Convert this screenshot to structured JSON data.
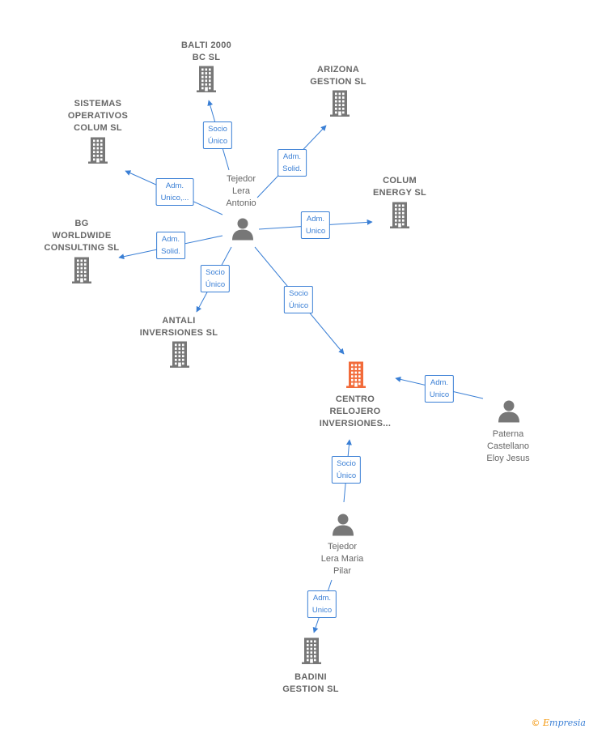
{
  "colors": {
    "edge": "#3a7fd5",
    "company": "#777777",
    "main_company": "#f26b3a",
    "person": "#777777"
  },
  "companies": [
    {
      "id": "balti",
      "label": "BALTI 2000\nBC  SL",
      "main": false
    },
    {
      "id": "arizona",
      "label": "ARIZONA\nGESTION SL",
      "main": false
    },
    {
      "id": "sistemas",
      "label": "SISTEMAS\nOPERATIVOS\nCOLUM SL",
      "main": false
    },
    {
      "id": "colum",
      "label": "COLUM\nENERGY  SL",
      "main": false
    },
    {
      "id": "bg",
      "label": "BG\nWORLDWIDE\nCONSULTING SL",
      "main": false
    },
    {
      "id": "antali",
      "label": "ANTALI\nINVERSIONES SL",
      "main": false
    },
    {
      "id": "centro",
      "label": "CENTRO\nRELOJERO\nINVERSIONES...",
      "main": true
    },
    {
      "id": "badini",
      "label": "BADINI\nGESTION  SL",
      "main": false
    }
  ],
  "persons": [
    {
      "id": "tejedor_antonio",
      "label": "Tejedor\nLera\nAntonio"
    },
    {
      "id": "paterna",
      "label": "Paterna\nCastellano\nEloy Jesus"
    },
    {
      "id": "tejedor_pilar",
      "label": "Tejedor\nLera Maria\nPilar"
    }
  ],
  "edges": [
    {
      "id": "e1",
      "from": "tejedor_antonio",
      "to": "balti",
      "label": "Socio\nÚnico"
    },
    {
      "id": "e2",
      "from": "tejedor_antonio",
      "to": "arizona",
      "label": "Adm.\nSolid."
    },
    {
      "id": "e3",
      "from": "tejedor_antonio",
      "to": "sistemas",
      "label": "Adm.\nUnico,..."
    },
    {
      "id": "e4",
      "from": "tejedor_antonio",
      "to": "colum",
      "label": "Adm.\nUnico"
    },
    {
      "id": "e5",
      "from": "tejedor_antonio",
      "to": "bg",
      "label": "Adm.\nSolid."
    },
    {
      "id": "e6",
      "from": "tejedor_antonio",
      "to": "antali",
      "label": "Socio\nÚnico"
    },
    {
      "id": "e7",
      "from": "tejedor_antonio",
      "to": "centro",
      "label": "Socio\nÚnico"
    },
    {
      "id": "e8",
      "from": "paterna",
      "to": "centro",
      "label": "Adm.\nUnico"
    },
    {
      "id": "e9",
      "from": "tejedor_pilar",
      "to": "centro",
      "label": "Socio\nÚnico"
    },
    {
      "id": "e10",
      "from": "tejedor_pilar",
      "to": "badini",
      "label": "Adm.\nUnico"
    }
  ],
  "brand": {
    "symbol": "©",
    "name": "mpresia",
    "initial": "E"
  }
}
